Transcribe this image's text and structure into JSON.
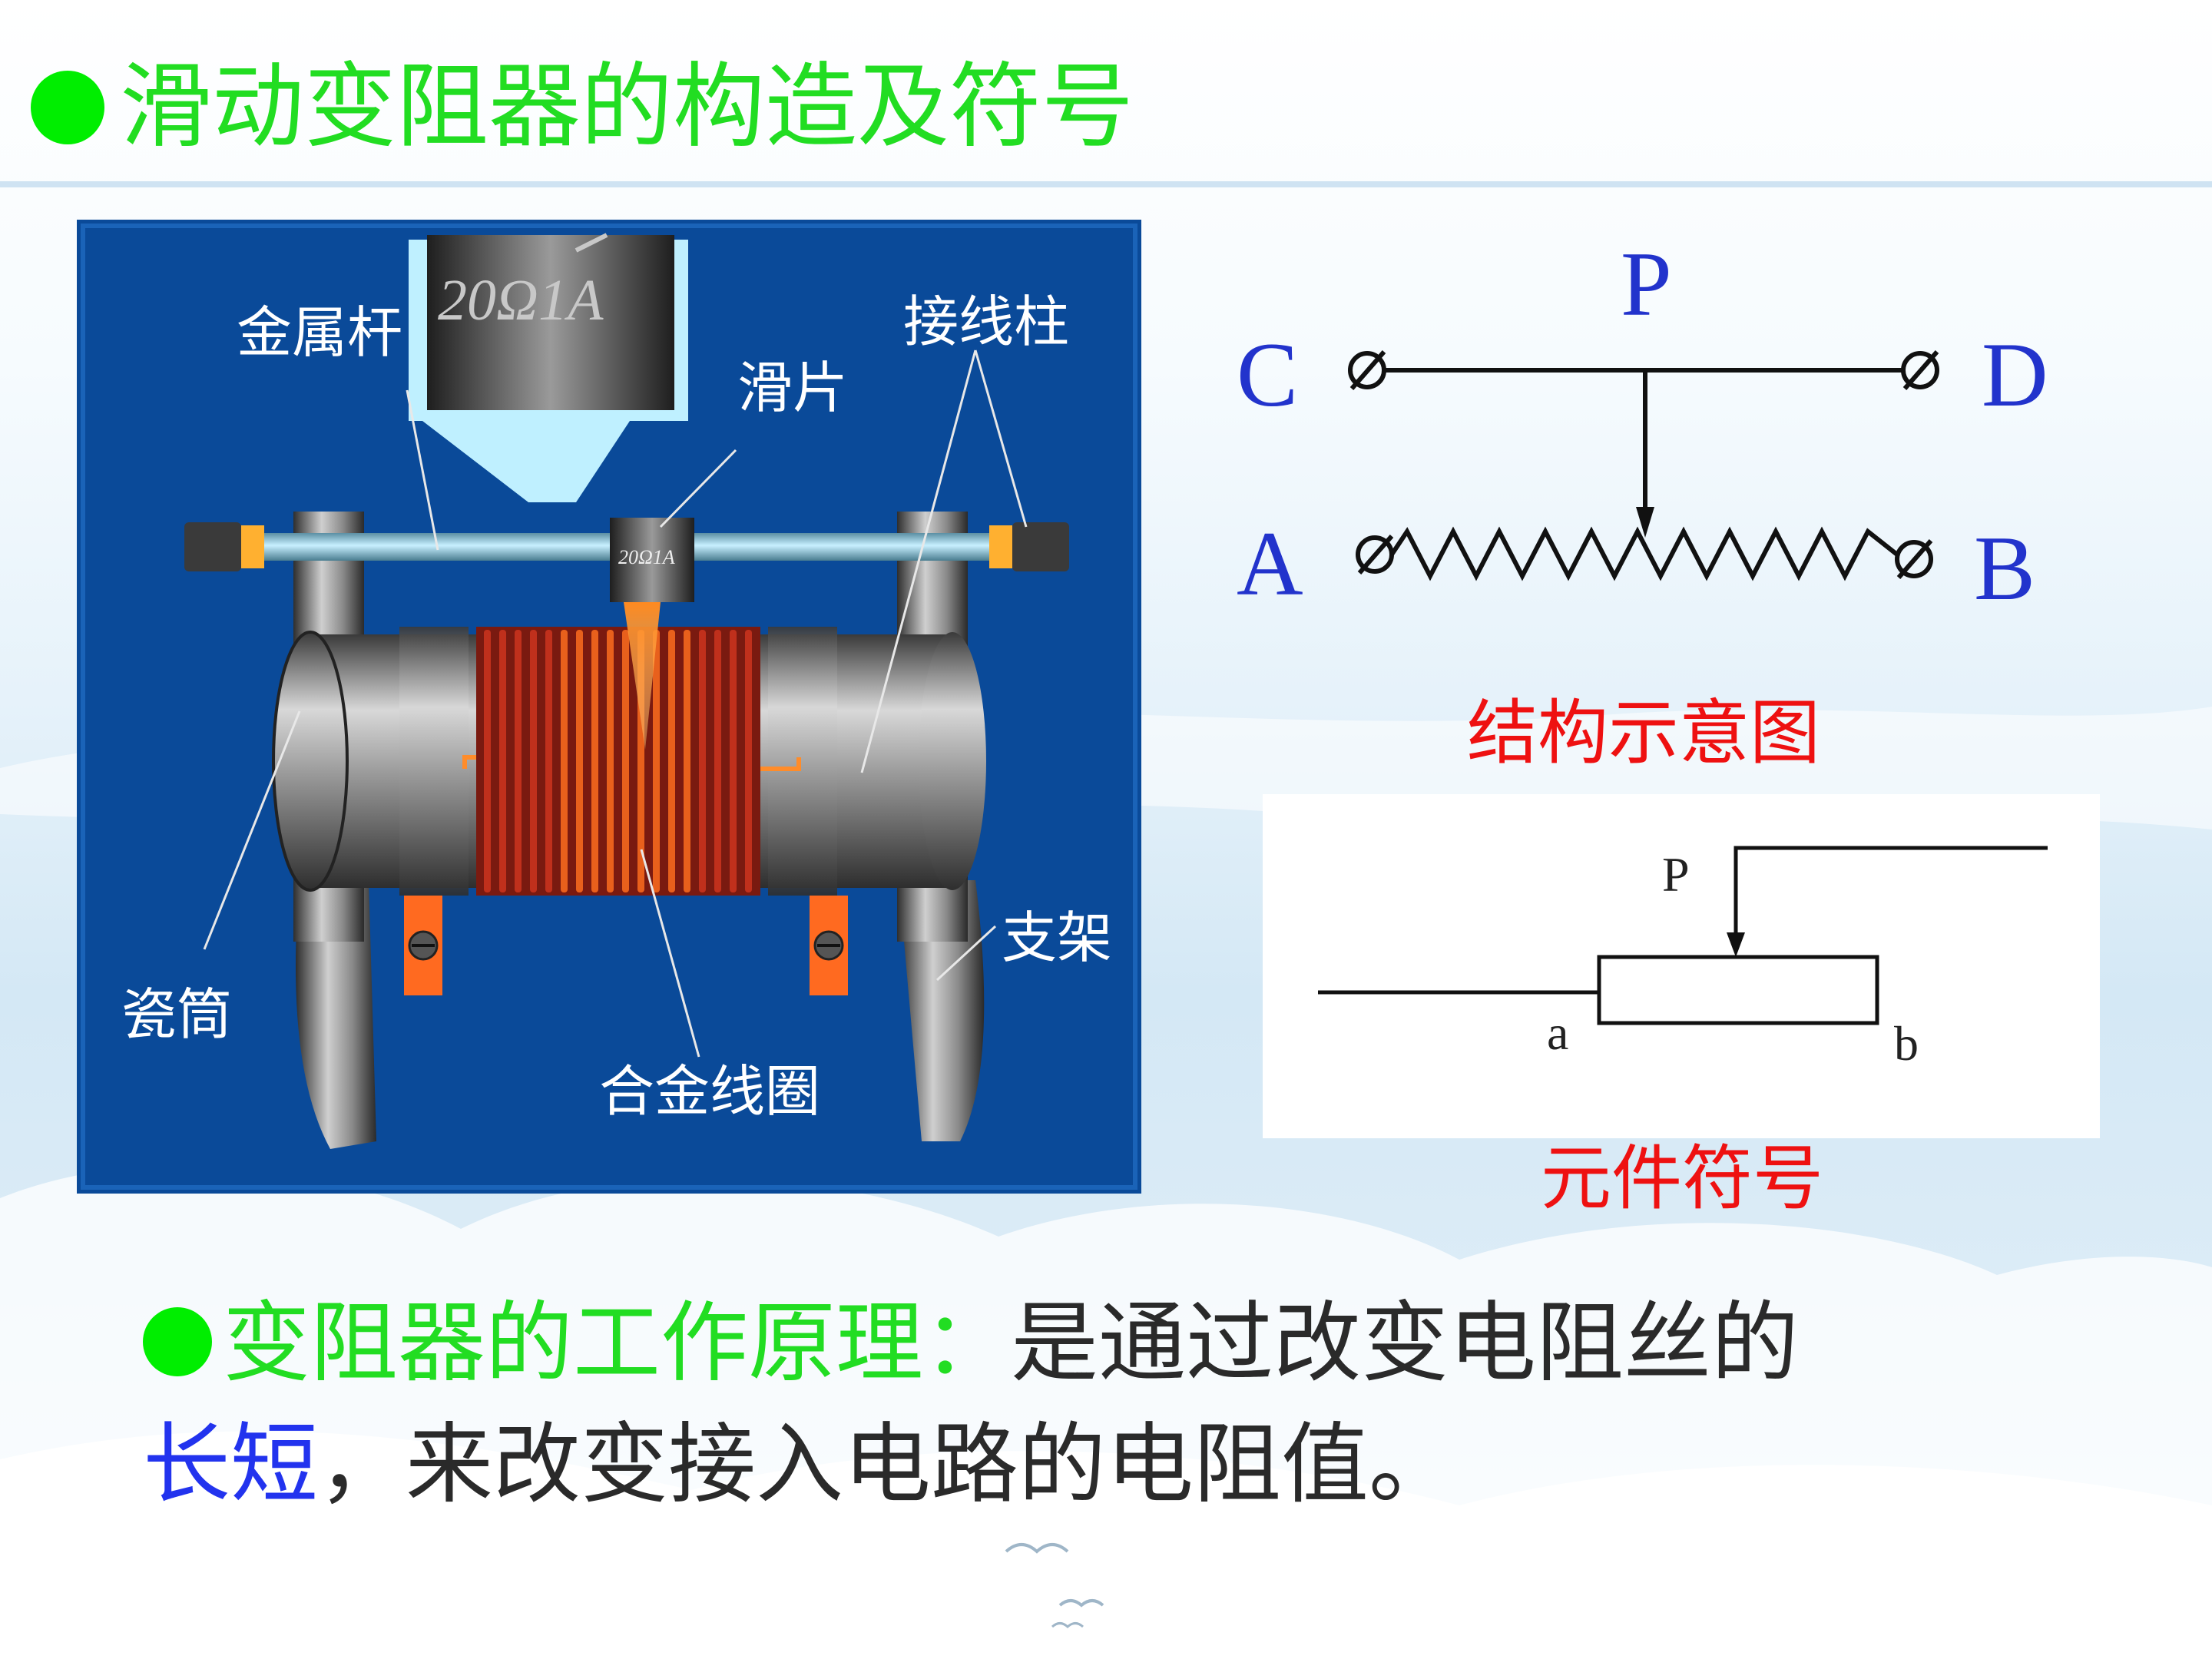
{
  "title": "滑动变阻器的构造及符号",
  "photo": {
    "plate_text": "20Ω1A",
    "slider_text": "20Ω1A",
    "labels": {
      "metal_rod": "金属杆",
      "slider": "滑片",
      "terminal_post": "接线柱",
      "porcelain_tube": "瓷筒",
      "alloy_coil": "合金线圈",
      "bracket": "支架"
    }
  },
  "structure_diagram": {
    "terminals": {
      "C": "C",
      "D": "D",
      "A": "A",
      "B": "B",
      "P": "P"
    },
    "caption": "结构示意图"
  },
  "component_symbol": {
    "labels": {
      "P": "P",
      "a": "a",
      "b": "b"
    },
    "caption": "元件符号"
  },
  "principle": {
    "label": "变阻器的工作原理：",
    "text_part1": "是通过改变电阻丝的",
    "highlight": "长短",
    "text_part2": "，来改变接入电路的电阻值。"
  },
  "colors": {
    "title_green": "#22dd22",
    "caption_red": "#ee1111",
    "highlight_blue": "#2233ee",
    "photo_background": "#0a4a99"
  }
}
